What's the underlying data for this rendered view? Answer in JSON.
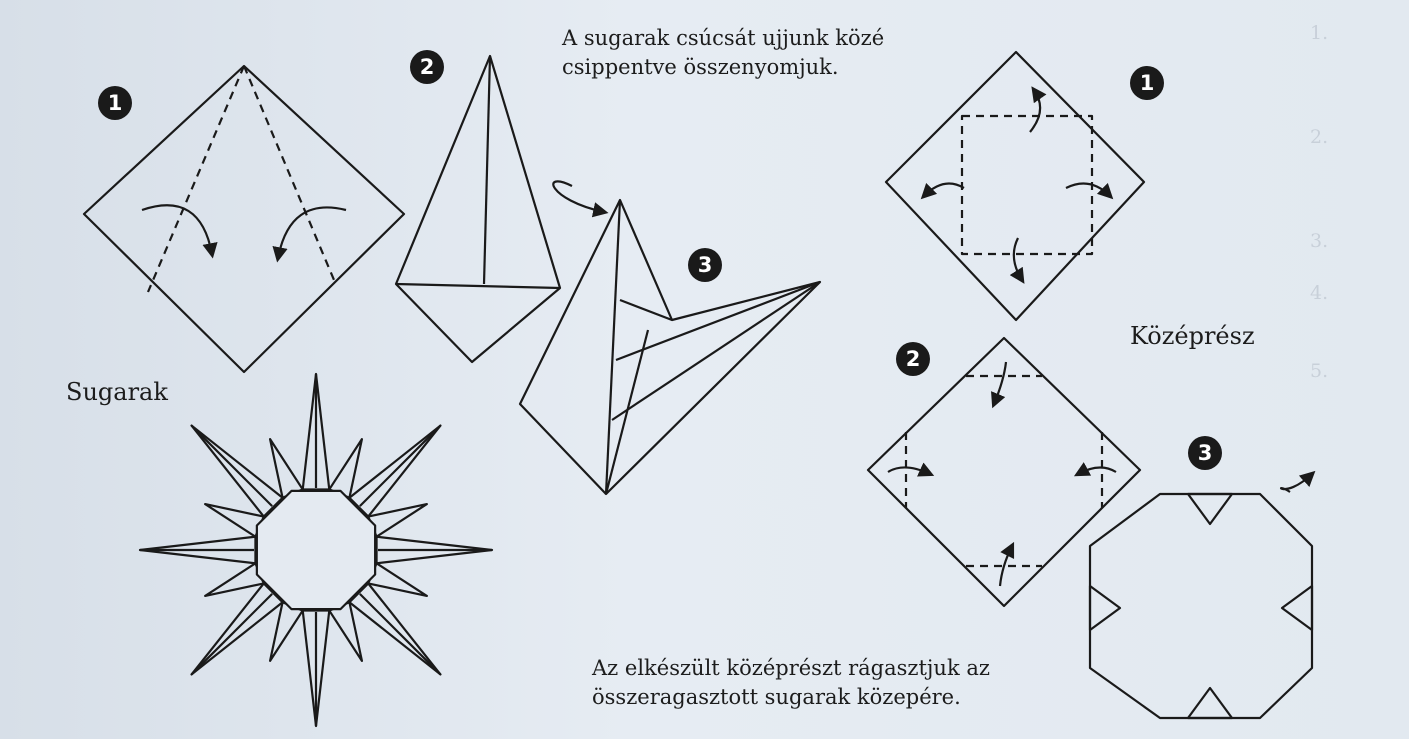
{
  "rays_section": {
    "label": "Sugarak",
    "step_badges": [
      "1",
      "2",
      "3"
    ]
  },
  "pinch_instruction": "A sugarak csúcsát ujjunk közé csippentve összenyomjuk.",
  "center_section": {
    "label": "Középrész",
    "step_badges": [
      "1",
      "2",
      "3"
    ]
  },
  "final_instruction": "Az elkészült középrészt rágasztjuk az összeragasztott sugarak közepére.",
  "colors": {
    "page": "#e2e9f0",
    "ink": "#1a1a1a",
    "badge": "#1a1a1a",
    "ghost_text": "#b3bcc7"
  },
  "icons": [
    "fold-arrow-icon",
    "turn-over-icon",
    "dashed-fold-line"
  ]
}
